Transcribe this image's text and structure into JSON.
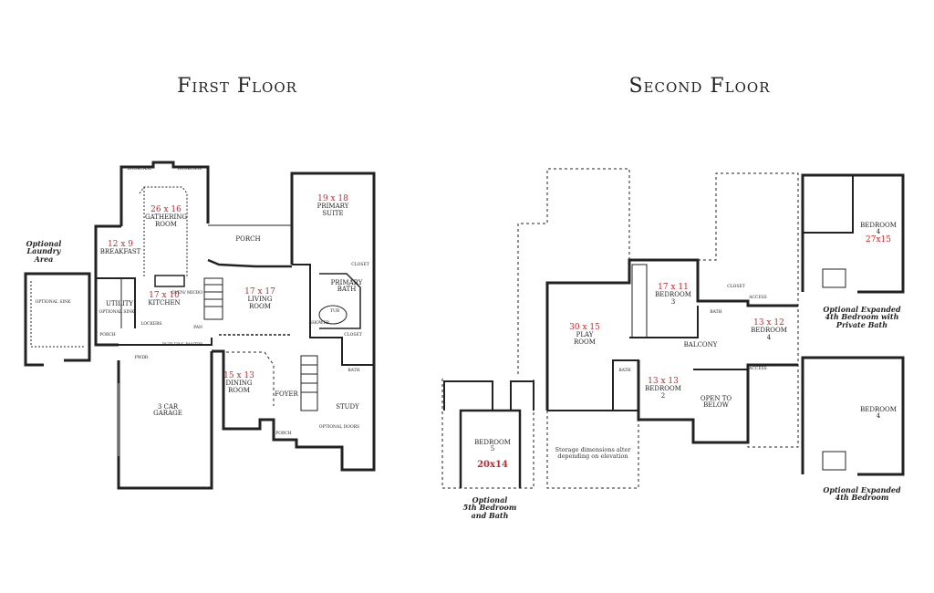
{
  "titles": {
    "first_floor": "First Floor",
    "second_floor": "Second Floor"
  },
  "colors": {
    "dimension": "#c0282c",
    "walls": "#222222"
  },
  "first_floor": {
    "laundry_caption": [
      "Optional",
      "Laundry",
      "Area"
    ],
    "laundry_sink": "OPTIONAL SINK",
    "rooms": {
      "gathering": {
        "dim": "26 x 16",
        "name": [
          "GATHERING",
          "ROOM"
        ]
      },
      "breakfast": {
        "dim": "12 x 9",
        "name": "BREAKFAST"
      },
      "kitchen": {
        "dim": "17 x 10",
        "name": "KITCHEN"
      },
      "utility": {
        "name": "UTILITY"
      },
      "living": {
        "dim": "17 x 17",
        "name": [
          "LIVING",
          "ROOM"
        ]
      },
      "primary_suite": {
        "dim": "19 x 18",
        "name": [
          "PRIMARY",
          "SUITE"
        ]
      },
      "primary_bath": {
        "name": [
          "PRIMARY",
          "BATH"
        ]
      },
      "dining": {
        "dim": "15 x 13",
        "name": [
          "DINING",
          "ROOM"
        ]
      },
      "garage": {
        "name": [
          "3 CAR",
          "GARAGE"
        ]
      },
      "foyer": {
        "name": "FOYER"
      },
      "study": {
        "name": "STUDY"
      }
    },
    "small_labels": {
      "porch_top": "PORCH",
      "porch_left": "PORCH",
      "porch_front": "PORCH",
      "closet_top": "CLOSET",
      "closet_bottom": "CLOSET",
      "bath": "BATH",
      "tub": "TUB",
      "shower": "SHOWER",
      "lockers": "LOCKERS",
      "pan": "PAN",
      "oven": "OVEN/ MICRO",
      "optional_sink": "OPTIONAL SINK",
      "butlers_pantry": "BUTLER'S PANTRY",
      "pwdr": "PWDR",
      "bookcase_left": "BOOKCASE",
      "bookcase_right": "BOOKCASE",
      "optional_doors": "OPTIONAL DOORS"
    }
  },
  "second_floor": {
    "rooms": {
      "play": {
        "dim": "30 x 15",
        "name": [
          "PLAY",
          "ROOM"
        ]
      },
      "bedroom3": {
        "dim": "17 x 11",
        "name": [
          "BEDROOM",
          "3"
        ]
      },
      "bedroom4": {
        "dim": "13  x 12",
        "name": [
          "BEDROOM",
          "4"
        ]
      },
      "bedroom2": {
        "dim": "13 x 13",
        "name": [
          "BEDROOM",
          "2"
        ]
      },
      "bedroom5": {
        "dim": "20x14",
        "name": [
          "BEDROOM",
          "5"
        ]
      },
      "open_below": {
        "name": [
          "OPEN TO",
          "BELOW"
        ]
      },
      "balcony": {
        "name": "BALCONY"
      }
    },
    "small_labels": {
      "bath_upper": "BATH",
      "bath_lower": "BATH",
      "closet": "CLOSET",
      "access_top": "ACCESS",
      "access_bottom": "ACCESS"
    },
    "storage_note": [
      "Storage dimensions alter",
      "depending on elevation"
    ],
    "bedroom5_caption": [
      "Optional",
      "5th Bedroom",
      "and Bath"
    ]
  },
  "options": {
    "expanded_bath": {
      "dim": "27x15",
      "name": [
        "BEDROOM",
        "4"
      ],
      "caption": [
        "Optional Expanded",
        "4th Bedroom with",
        "Private Bath"
      ]
    },
    "expanded": {
      "name": [
        "BEDROOM",
        "4"
      ],
      "caption": [
        "Optional Expanded",
        "4th Bedroom"
      ]
    }
  }
}
